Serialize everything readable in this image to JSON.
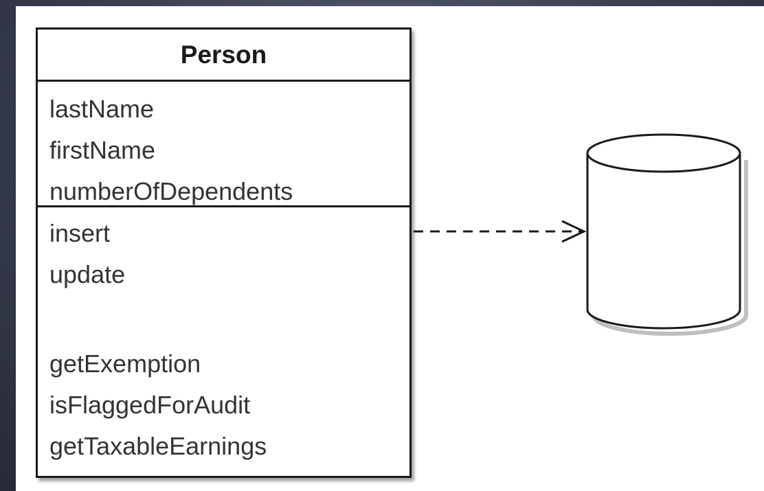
{
  "class": {
    "name": "Person",
    "attributes": [
      "lastName",
      "firstName",
      "numberOfDependents"
    ],
    "operations_group1": [
      "insert",
      "update"
    ],
    "operations_group2": [
      "getExemption",
      "isFlaggedForAudit",
      "getTaxableEarnings"
    ]
  },
  "connector": {
    "style": "dashed",
    "arrowhead": "open"
  },
  "database": {
    "icon": "database-cylinder-icon"
  }
}
